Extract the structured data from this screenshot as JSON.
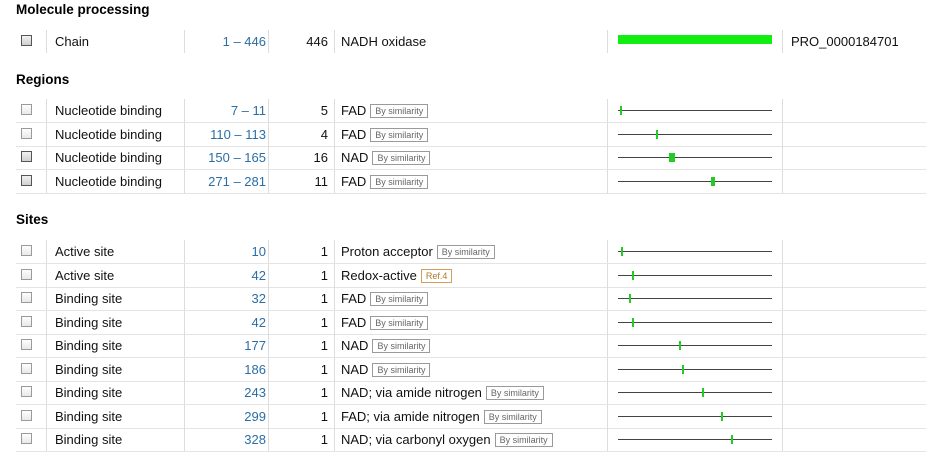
{
  "protein_length": 446,
  "colors": {
    "feature": "#22cc22",
    "chain_bar": "#11ee11",
    "position_link": "#2a6ea6",
    "track": "#444444"
  },
  "sections": {
    "molecule_processing": {
      "title": "Molecule processing"
    },
    "regions": {
      "title": "Regions"
    },
    "sites": {
      "title": "Sites"
    }
  },
  "chain": {
    "checked": true,
    "type": "Chain",
    "position": "1 – 446",
    "length": "446",
    "description": "NADH oxidase",
    "feature_id": "PRO_0000184701",
    "start": 1,
    "end": 446
  },
  "regions": [
    {
      "checked": false,
      "type": "Nucleotide binding",
      "position": "7 – 11",
      "length": "5",
      "description": "FAD",
      "evidence": "By similarity",
      "start": 7,
      "end": 11
    },
    {
      "checked": false,
      "type": "Nucleotide binding",
      "position": "110 – 113",
      "length": "4",
      "description": "FAD",
      "evidence": "By similarity",
      "start": 110,
      "end": 113
    },
    {
      "checked": true,
      "type": "Nucleotide binding",
      "position": "150 – 165",
      "length": "16",
      "description": "NAD",
      "evidence": "By similarity",
      "start": 150,
      "end": 165
    },
    {
      "checked": true,
      "type": "Nucleotide binding",
      "position": "271 – 281",
      "length": "11",
      "description": "FAD",
      "evidence": "By similarity",
      "start": 271,
      "end": 281
    }
  ],
  "sites": [
    {
      "checked": false,
      "type": "Active site",
      "position": "10",
      "length": "1",
      "description": "Proton acceptor",
      "evidence": "By similarity",
      "start": 10,
      "end": 10
    },
    {
      "checked": false,
      "type": "Active site",
      "position": "42",
      "length": "1",
      "description": "Redox-active",
      "evidence": "Ref.4",
      "evidence_kind": "ref",
      "start": 42,
      "end": 42
    },
    {
      "checked": false,
      "type": "Binding site",
      "position": "32",
      "length": "1",
      "description": "FAD",
      "evidence": "By similarity",
      "start": 32,
      "end": 32
    },
    {
      "checked": false,
      "type": "Binding site",
      "position": "42",
      "length": "1",
      "description": "FAD",
      "evidence": "By similarity",
      "start": 42,
      "end": 42
    },
    {
      "checked": false,
      "type": "Binding site",
      "position": "177",
      "length": "1",
      "description": "NAD",
      "evidence": "By similarity",
      "start": 177,
      "end": 177
    },
    {
      "checked": false,
      "type": "Binding site",
      "position": "186",
      "length": "1",
      "description": "NAD",
      "evidence": "By similarity",
      "start": 186,
      "end": 186
    },
    {
      "checked": false,
      "type": "Binding site",
      "position": "243",
      "length": "1",
      "description": "NAD; via amide nitrogen",
      "evidence": "By similarity",
      "start": 243,
      "end": 243
    },
    {
      "checked": false,
      "type": "Binding site",
      "position": "299",
      "length": "1",
      "description": "FAD; via amide nitrogen",
      "evidence": "By similarity",
      "start": 299,
      "end": 299
    },
    {
      "checked": false,
      "type": "Binding site",
      "position": "328",
      "length": "1",
      "description": "NAD; via carbonyl oxygen",
      "evidence": "By similarity",
      "start": 328,
      "end": 328
    }
  ]
}
